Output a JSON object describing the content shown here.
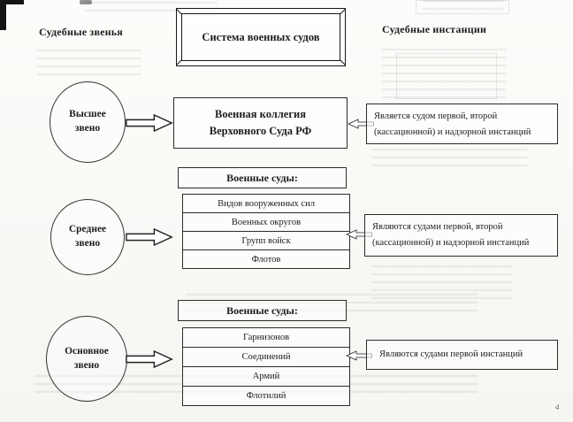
{
  "page": {
    "title": "Система военных судов",
    "left_header": "Судебные звенья",
    "right_header": "Судебные инстанции",
    "page_mark": "4"
  },
  "levels": {
    "top": {
      "label": "Высшее звено"
    },
    "middle": {
      "label": "Среднее звено"
    },
    "bottom": {
      "label": "Основное звено"
    }
  },
  "center": {
    "collegium": "Военная коллегия Верховного Суда РФ",
    "group2": {
      "header": "Военные суды:",
      "rows": [
        "Видов вооруженных сил",
        "Военных округов",
        "Групп войск",
        "Флотов"
      ]
    },
    "group3": {
      "header": "Военные суды:",
      "rows": [
        "Гарнизонов",
        "Соединений",
        "Армий",
        "Флотилий"
      ]
    }
  },
  "instances": {
    "top": "Является судом первой, второй (кассационной) и надзорной инстанций",
    "middle": "Являются судами первой, второй (кассационной) и надзорной инстанций",
    "bottom": "Являются судами первой инстанций"
  }
}
